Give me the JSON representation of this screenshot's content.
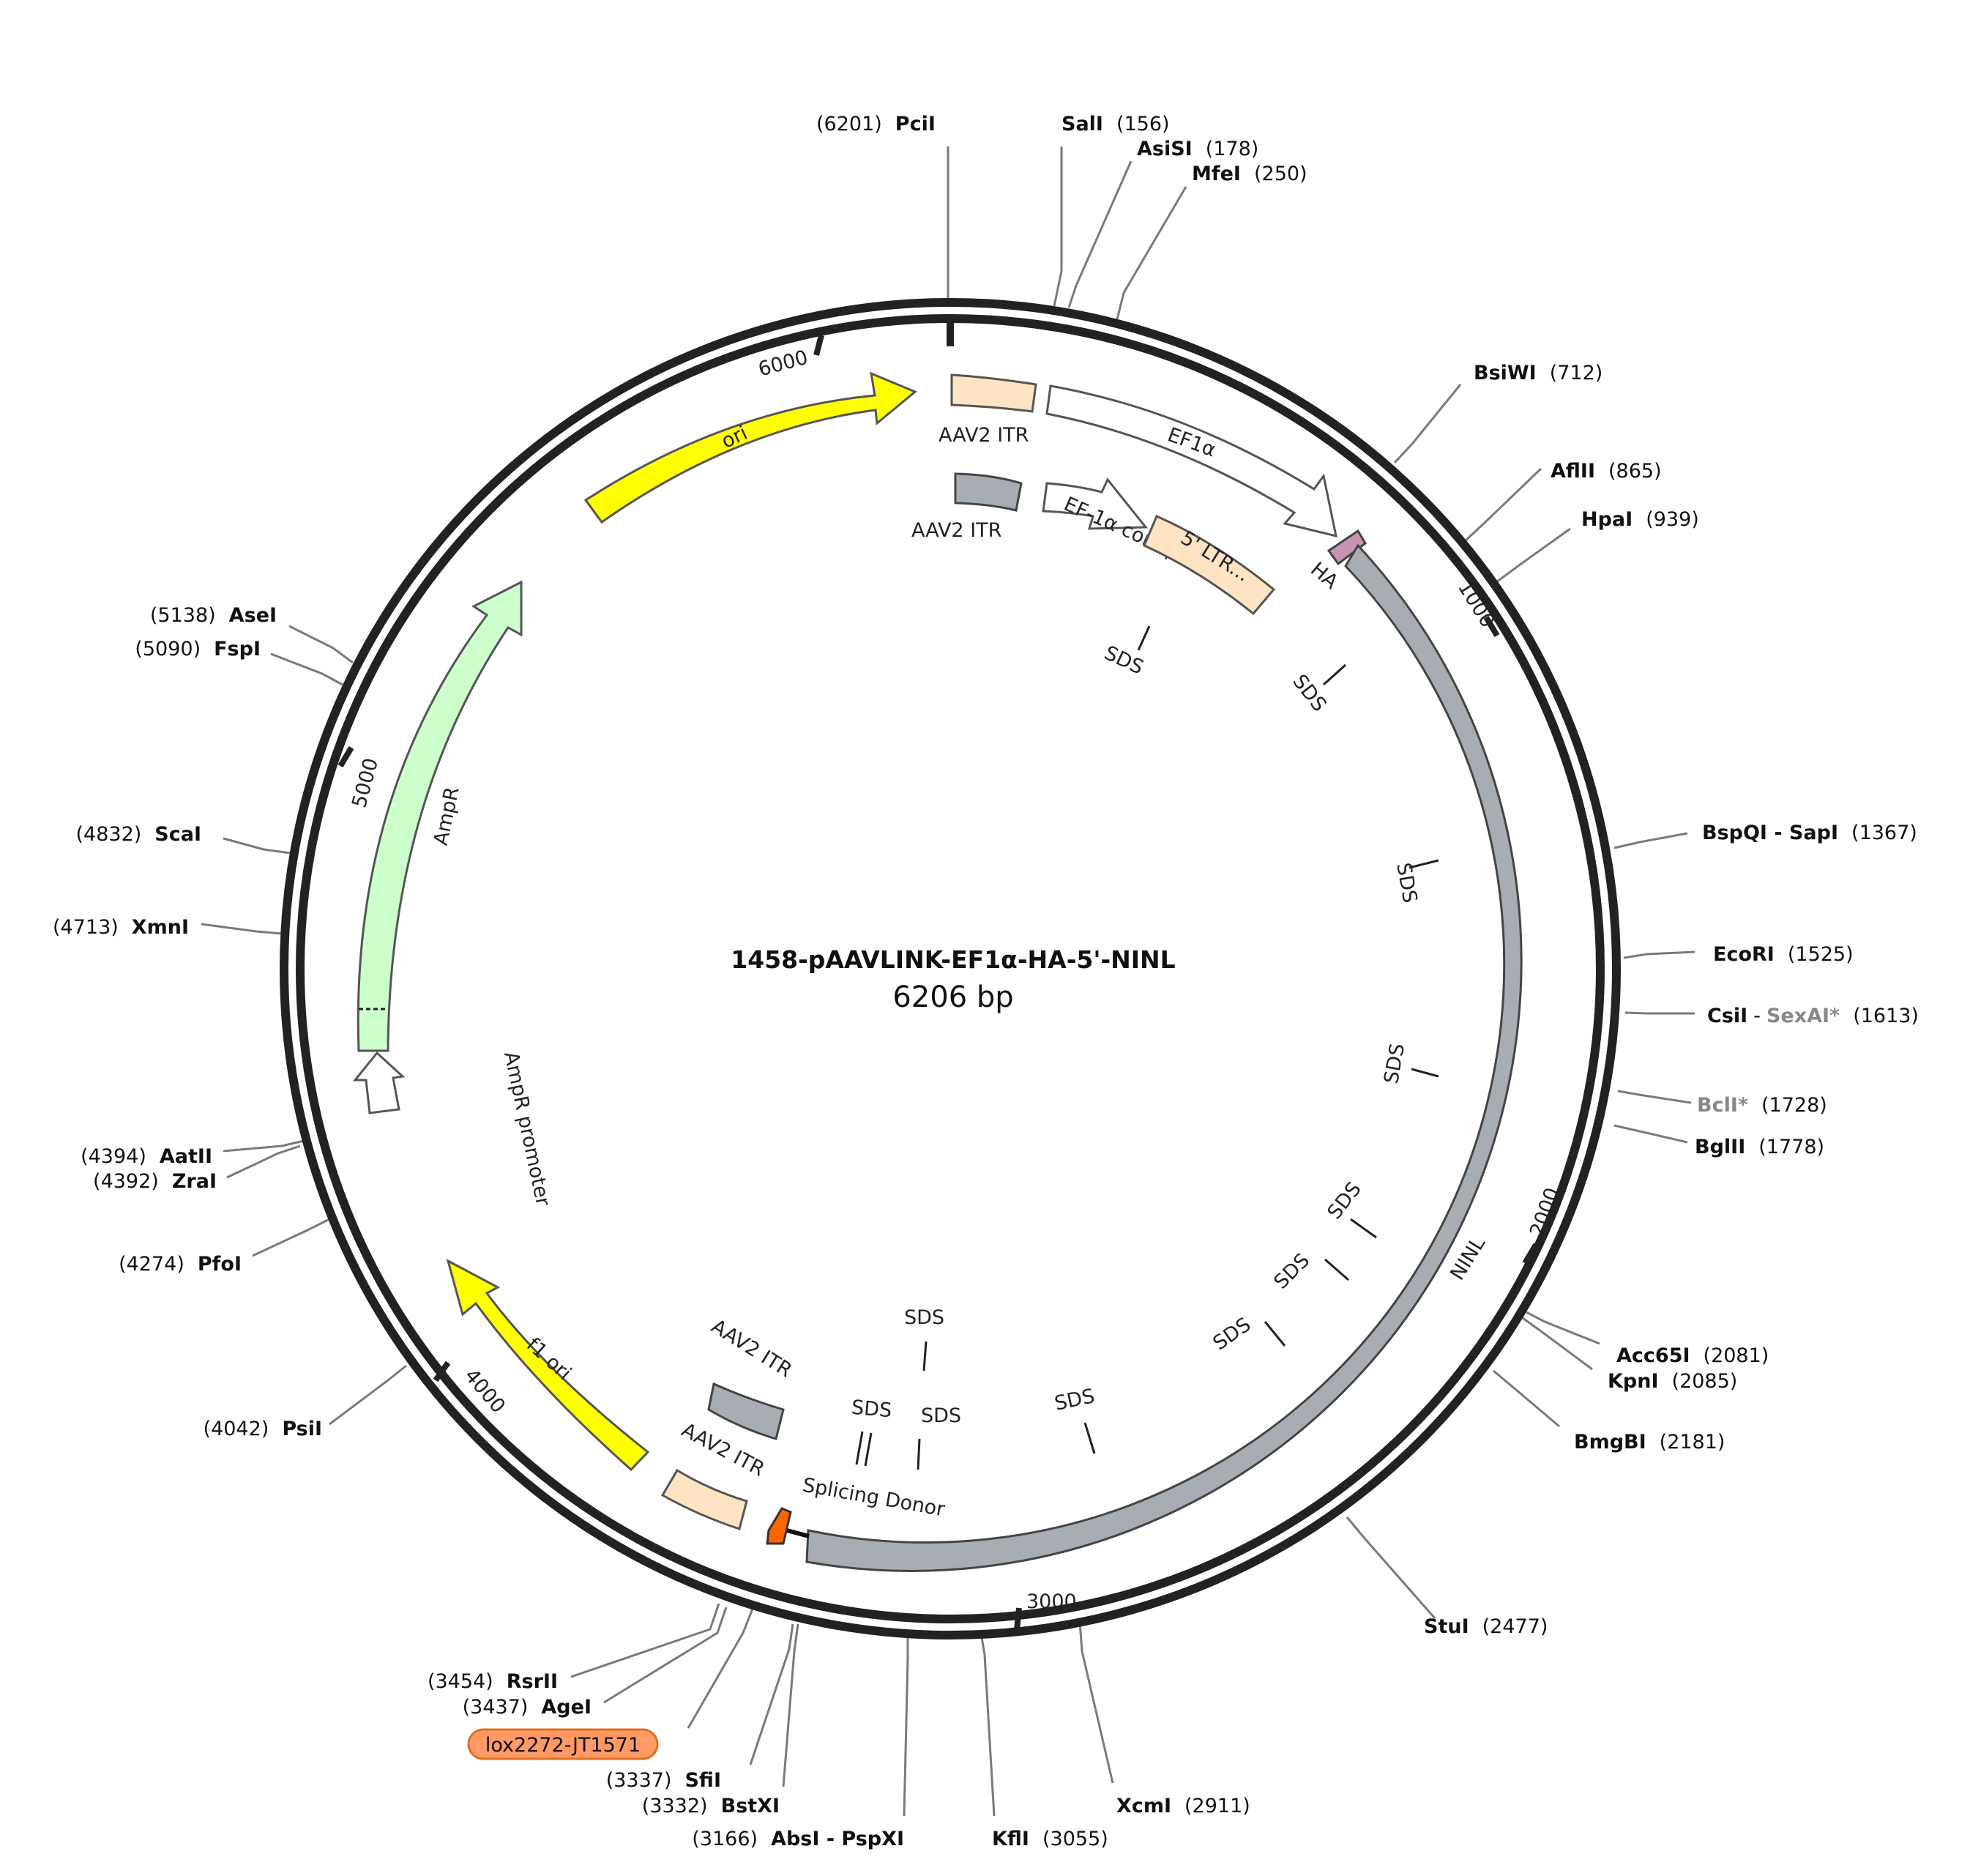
{
  "title": "1458-pAAVLINK-EF1α-HA-5'-NINL",
  "size_label": "6206 bp",
  "total_bp": 6206,
  "colors": {
    "backbone": "#222222",
    "ori": "#ffff00",
    "itr": "#ffe4c4",
    "ninl": "#a8adb3",
    "ampr": "#ccffcc",
    "ha": "#c994b4",
    "splice": "#ff6600",
    "lox": "#ff9966"
  },
  "ticks": [
    {
      "bp": 1000,
      "label": "1000"
    },
    {
      "bp": 2000,
      "label": "2000"
    },
    {
      "bp": 3000,
      "label": "3000"
    },
    {
      "bp": 4000,
      "label": "4000"
    },
    {
      "bp": 5000,
      "label": "5000"
    },
    {
      "bp": 6000,
      "label": "6000"
    }
  ],
  "features": [
    {
      "name": "ori",
      "label": "ori",
      "type": "arrow-cw",
      "color": "#ffff00"
    },
    {
      "name": "aav2-itr-1",
      "label": "AAV2 ITR",
      "type": "box",
      "color": "#ffe4c4"
    },
    {
      "name": "ef1a",
      "label": "EF1α",
      "type": "arrow-cw",
      "color": "#ffffff"
    },
    {
      "name": "aav2-itr-2",
      "label": "AAV2 ITR",
      "type": "box",
      "color": "#a8adb3"
    },
    {
      "name": "ef1a-core-promoter",
      "label": "EF-1α core promoter",
      "type": "arrow-cw",
      "color": "#ffffff"
    },
    {
      "name": "5-ltr",
      "label": "5' LTR...",
      "type": "box",
      "color": "#ffe4c4"
    },
    {
      "name": "ha",
      "label": "HA",
      "type": "arrow-cw",
      "color": "#c994b4"
    },
    {
      "name": "ninl",
      "label": "NINL",
      "type": "box",
      "color": "#a8adb3"
    },
    {
      "name": "ampr",
      "label": "AmpR",
      "type": "arrow-ccw-reverse",
      "color": "#ccffcc"
    },
    {
      "name": "ampr-promoter",
      "label": "AmpR promoter",
      "type": "arrow",
      "color": "#ffffff"
    },
    {
      "name": "f1-ori",
      "label": "f1 ori",
      "type": "arrow-ccw",
      "color": "#ffff00"
    },
    {
      "name": "aav2-itr-3",
      "label": "AAV2 ITR",
      "type": "box",
      "color": "#a8adb3"
    },
    {
      "name": "aav2-itr-4",
      "label": "AAV2 ITR",
      "type": "box",
      "color": "#ffe4c4"
    },
    {
      "name": "splicing-donor",
      "label": "Splicing Donor",
      "type": "arrow",
      "color": "#ff6600"
    }
  ],
  "sds_label": "SDS",
  "enzymes": [
    {
      "name": "PciI",
      "pos": "(6201)"
    },
    {
      "name": "SalI",
      "pos": "(156)"
    },
    {
      "name": "AsiSI",
      "pos": "(178)"
    },
    {
      "name": "MfeI",
      "pos": "(250)"
    },
    {
      "name": "BsiWI",
      "pos": "(712)"
    },
    {
      "name": "AflII",
      "pos": "(865)"
    },
    {
      "name": "HpaI",
      "pos": "(939)"
    },
    {
      "name": "BspQI - SapI",
      "pos": "(1367)"
    },
    {
      "name": "EcoRI",
      "pos": "(1525)"
    },
    {
      "name": "CsiI",
      "pos": "(1613)"
    },
    {
      "name": "SexAI*",
      "pos": "",
      "muted": true
    },
    {
      "name": "BclI*",
      "pos": "(1728)",
      "muted": true
    },
    {
      "name": "BglII",
      "pos": "(1778)"
    },
    {
      "name": "Acc65I",
      "pos": "(2081)"
    },
    {
      "name": "KpnI",
      "pos": "(2085)"
    },
    {
      "name": "BmgBI",
      "pos": "(2181)"
    },
    {
      "name": "StuI",
      "pos": "(2477)"
    },
    {
      "name": "XcmI",
      "pos": "(2911)"
    },
    {
      "name": "KflI",
      "pos": "(3055)"
    },
    {
      "name": "AbsI - PspXI",
      "pos": "(3166)"
    },
    {
      "name": "BstXI",
      "pos": "(3332)"
    },
    {
      "name": "SfiI",
      "pos": "(3337)"
    },
    {
      "name": "AgeI",
      "pos": "(3437)"
    },
    {
      "name": "RsrII",
      "pos": "(3454)"
    },
    {
      "name": "PsiI",
      "pos": "(4042)"
    },
    {
      "name": "PfoI",
      "pos": "(4274)"
    },
    {
      "name": "ZraI",
      "pos": "(4392)"
    },
    {
      "name": "AatII",
      "pos": "(4394)"
    },
    {
      "name": "XmnI",
      "pos": "(4713)"
    },
    {
      "name": "ScaI",
      "pos": "(4832)"
    },
    {
      "name": "FspI",
      "pos": "(5090)"
    },
    {
      "name": "AseI",
      "pos": "(5138)"
    }
  ],
  "lox_label": "lox2272-JT1571"
}
